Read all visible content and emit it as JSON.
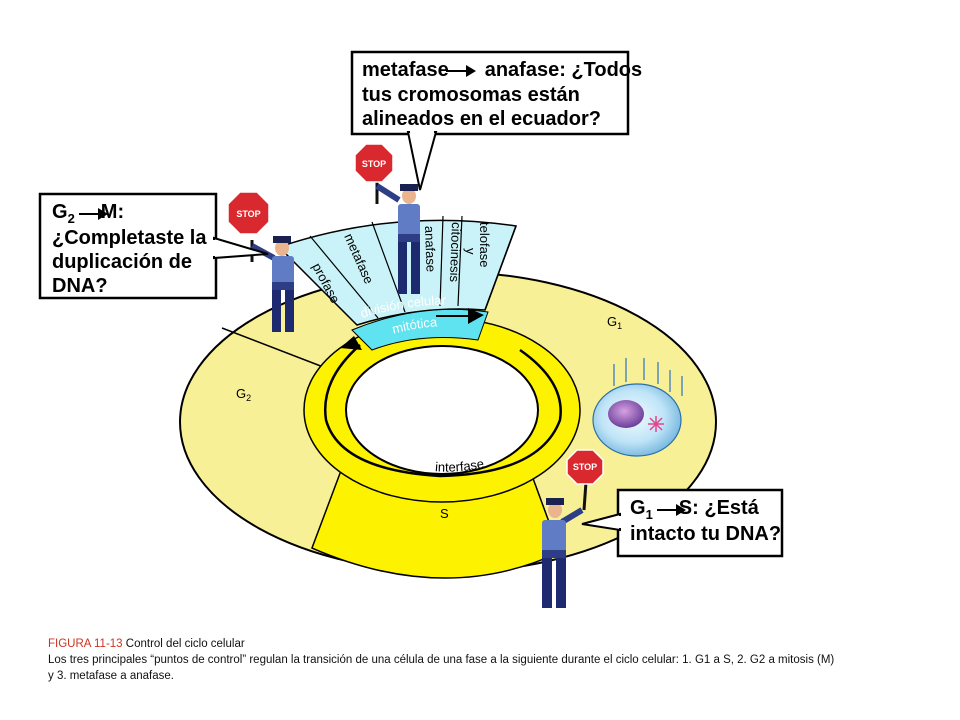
{
  "diagram": {
    "phases": {
      "g1": "G",
      "g1_sub": "1",
      "g2": "G",
      "g2_sub": "2",
      "s": "S",
      "interfase": "interfase",
      "profase": "profase",
      "metafase": "metafase",
      "anafase": "anafase",
      "telofase": "telofase",
      "y": "y",
      "citocinesis": "citocinesis",
      "division_celular": "división celular",
      "mitotica": "mitótica"
    },
    "stop_sign_text": "STOP",
    "bubbles": {
      "g2_m": {
        "g": "G",
        "sub": "2",
        "target": "M:",
        "line2": "¿Completaste la",
        "line3": "duplicación de",
        "line4": "DNA?"
      },
      "meta_ana": {
        "from": "metafase",
        "to": "anafase: ¿Todos",
        "line2": "tus cromosomas están",
        "line3": "alineados en el ecuador?"
      },
      "g1_s": {
        "g": "G",
        "sub": "1",
        "target": "S: ¿Está",
        "line2": "intacto tu DNA?"
      }
    }
  },
  "caption": {
    "figure_number": "FIGURA 11-13",
    "figure_title": "Control del ciclo celular",
    "body": "Los tres principales “puntos de control” regulan la transición de una célula de una fase a la siguiente durante el ciclo celular: 1. G1 a S, 2. G2 a mitosis (M) y 3. metafase a anafase."
  },
  "colors": {
    "interphase_yellow": "#f7f096",
    "s_phase_yellow": "#fdf200",
    "mitosis_light_blue": "#c9f3f9",
    "mitotic_band_cyan": "#5fe3f0",
    "stop_red": "#d9282e",
    "officer_blue": "#2e3e86",
    "caption_red": "#cc3322"
  }
}
